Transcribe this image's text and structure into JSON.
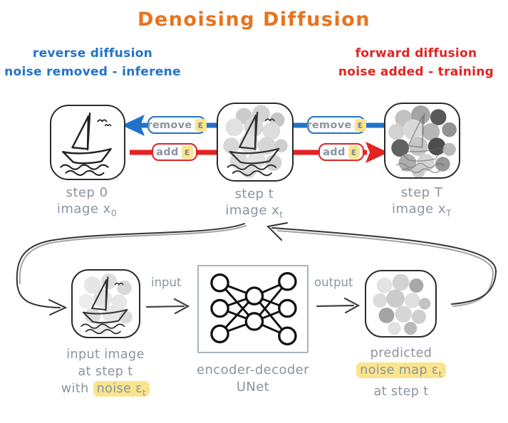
{
  "title": "Denoising Diffusion",
  "legend": {
    "reverse_line1": "reverse diffusion",
    "reverse_line2": "noise removed - inferene",
    "forward_line1": "forward diffusion",
    "forward_line2": "noise added - training"
  },
  "pills": {
    "remove_label": "remove",
    "add_label": "add",
    "epsilon": "ε"
  },
  "steps": {
    "s0_line1": "step 0",
    "s0_line2": "image x",
    "s0_sub": "0",
    "st_line1": "step t",
    "st_line2": "image x",
    "st_sub": "t",
    "sT_line1": "step T",
    "sT_line2": "image x",
    "sT_sub": "T"
  },
  "pipeline": {
    "input_arrow": "input",
    "output_arrow": "output",
    "unet_line1": "encoder-decoder",
    "unet_line2": "UNet",
    "input_caption_line1": "input image",
    "input_caption_line2": "at step t",
    "input_caption_line3_prefix": "with ",
    "input_caption_highlight": "noise ε",
    "input_caption_sub": "t",
    "output_caption_line1": "predicted",
    "output_caption_highlight": "noise map ε",
    "output_caption_sub": "t",
    "output_caption_line3": "at step t"
  },
  "colors": {
    "title_orange": "#E8731D",
    "reverse_blue": "#2273C8",
    "forward_red": "#E32222",
    "label_gray": "#8A94A0",
    "highlight_yellow": "#FAE48C",
    "ink": "#2B2B2B"
  }
}
